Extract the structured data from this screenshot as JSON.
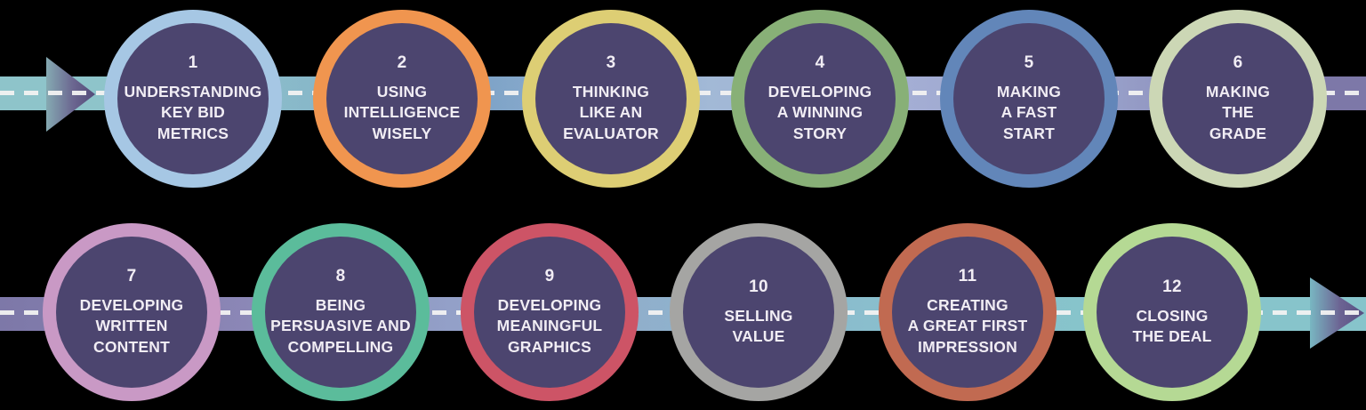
{
  "colors": {
    "background": "#000000",
    "circle_fill": "#4c456f",
    "text": "#f1edf4",
    "dash": "#f2f2f2"
  },
  "road": {
    "row1_gradient": "linear-gradient(90deg, #8ec4ca 0%, #8ec4ca 14%, #7fa4c8 36%, #a2b9d6 52%, #a4aed4 66%, #9aa3cc 80%, #7d78a8 97%)",
    "row2_gradient": "linear-gradient(90deg, #7d78a8 0%, #8a84b4 16%, #93a0c8 33%, #8fb2cc 50%, #89bfcd 65%, #87c4cb 80%, #87c4cb 100%)",
    "start_arrow_gradient": "linear-gradient(90deg, #85aab2 0%, #6b6690 55%, #544b79 100%)",
    "end_arrow_gradient": "linear-gradient(90deg, #79b7c2 0%, #6c6493 55%, #585083 100%)"
  },
  "steps": [
    {
      "number": "1",
      "line1": "UNDERSTANDING",
      "line2": "KEY BID",
      "line3": "METRICS",
      "ring": "#a6c7e4"
    },
    {
      "number": "2",
      "line1": "USING",
      "line2": "INTELLIGENCE",
      "line3": "WISELY",
      "ring": "#f0954f"
    },
    {
      "number": "3",
      "line1": "THINKING",
      "line2": "LIKE AN",
      "line3": "EVALUATOR",
      "ring": "#ddce74"
    },
    {
      "number": "4",
      "line1": "DEVELOPING",
      "line2": "A WINNING",
      "line3": "STORY",
      "ring": "#88b077"
    },
    {
      "number": "5",
      "line1": "MAKING",
      "line2": "A FAST",
      "line3": "START",
      "ring": "#6286b9"
    },
    {
      "number": "6",
      "line1": "MAKING",
      "line2": "THE",
      "line3": "GRADE",
      "ring": "#ccd7b5"
    },
    {
      "number": "7",
      "line1": "DEVELOPING",
      "line2": "WRITTEN",
      "line3": "CONTENT",
      "ring": "#c999c5"
    },
    {
      "number": "8",
      "line1": "BEING",
      "line2": "PERSUASIVE AND",
      "line3": "COMPELLING",
      "ring": "#5bbc9b"
    },
    {
      "number": "9",
      "line1": "DEVELOPING",
      "line2": "MEANINGFUL",
      "line3": "GRAPHICS",
      "ring": "#cd5466"
    },
    {
      "number": "10",
      "line1": "SELLING",
      "line2": "VALUE",
      "ring": "#a5a5a3"
    },
    {
      "number": "11",
      "line1": "CREATING",
      "line2": "A GREAT FIRST",
      "line3": "IMPRESSION",
      "ring": "#c16a51"
    },
    {
      "number": "12",
      "line1": "CLOSING",
      "line2": "THE DEAL",
      "ring": "#b5d994"
    }
  ]
}
